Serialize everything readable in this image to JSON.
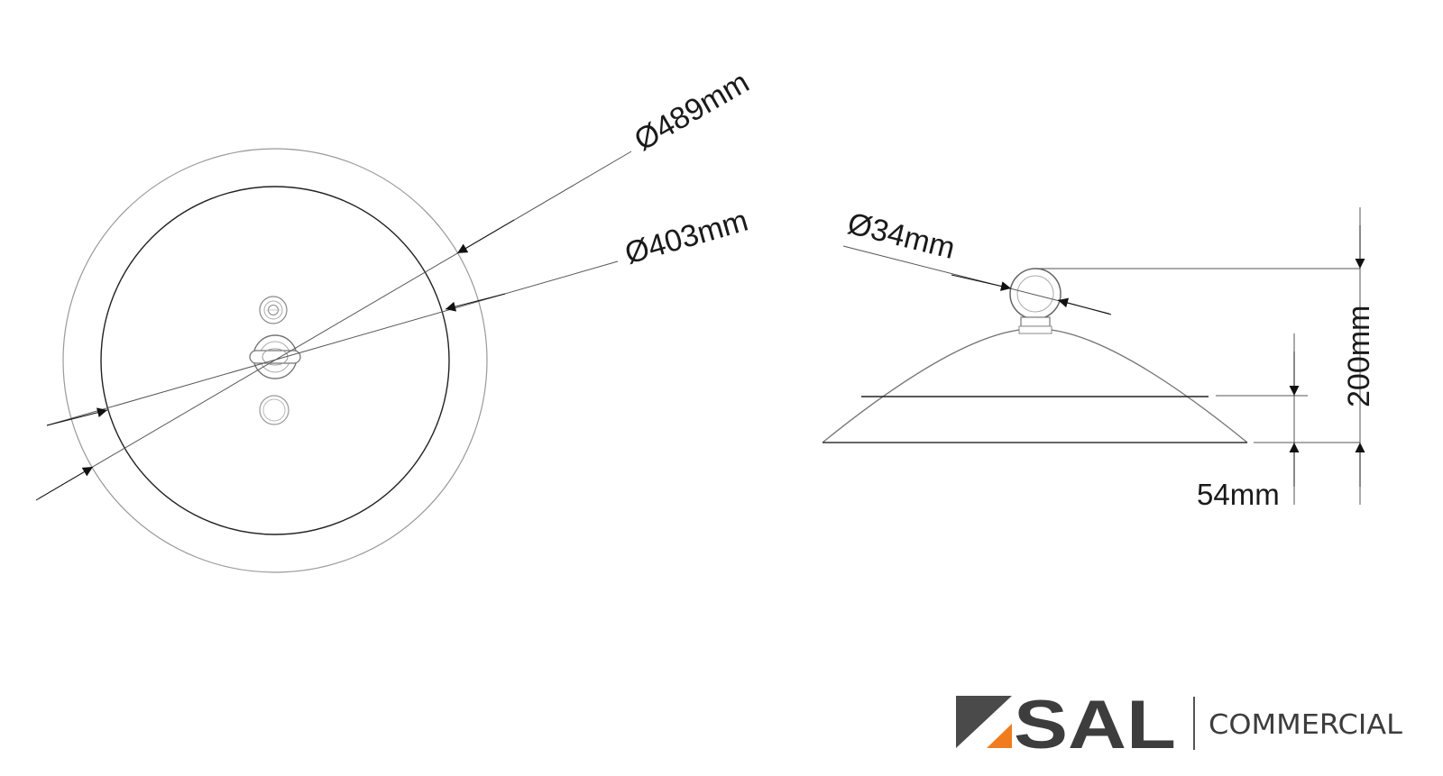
{
  "dimensions": {
    "outer_diameter": "Ø489mm",
    "inner_diameter": "Ø403mm",
    "ring_diameter": "Ø34mm",
    "total_height": "200mm",
    "shade_height": "54mm"
  },
  "logo": {
    "brand": "SAL",
    "division": "COMMERCIAL",
    "colors": {
      "dark": "#4a4a4a",
      "accent": "#f07c1e",
      "text": "#3d3d3d"
    }
  }
}
